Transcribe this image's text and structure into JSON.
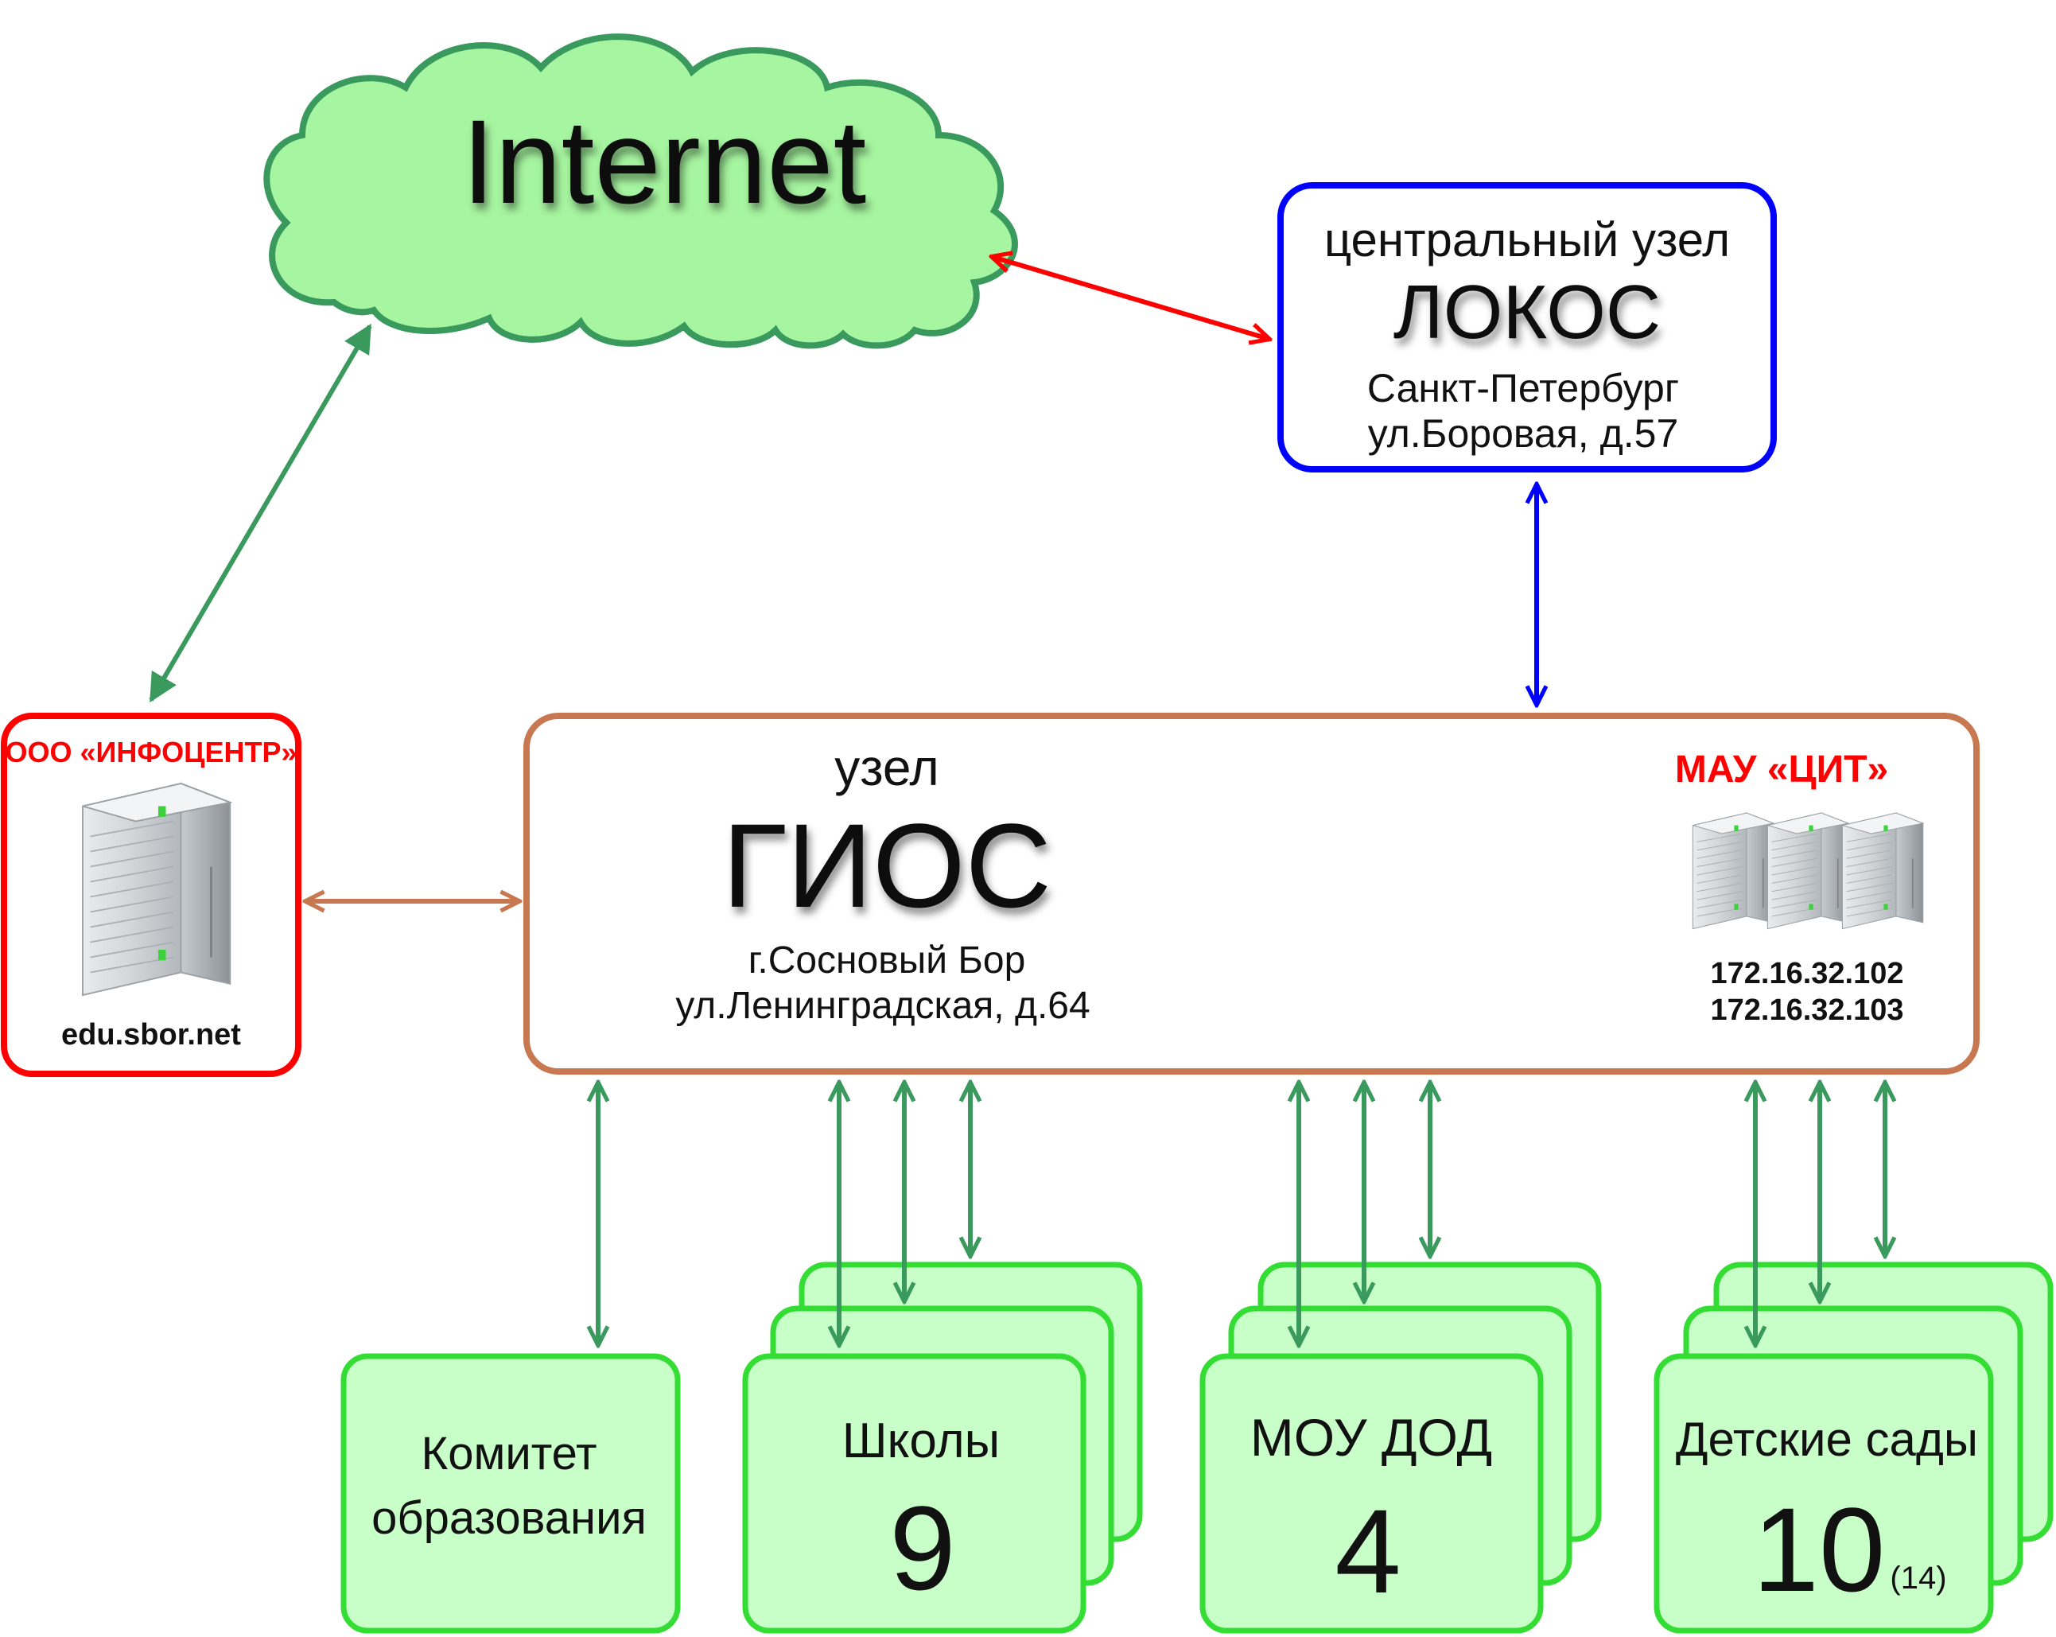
{
  "internet": {
    "label": "Internet"
  },
  "lokos": {
    "line1": "центральный узел",
    "name": "ЛОКОС",
    "city": "Санкт-Петербург",
    "address": "ул.Боровая, д.57"
  },
  "infocentr": {
    "title": "ООО «ИНФОЦЕНТР»",
    "host": "edu.sbor.net"
  },
  "gios": {
    "line1": "узел",
    "name": "ГИОС",
    "city": "г.Сосновый Бор",
    "address": "ул.Ленинградская, д.64",
    "mau_title": "МАУ «ЦИТ»",
    "ip1": "172.16.32.102",
    "ip2": "172.16.32.103"
  },
  "nodes": {
    "komitet": {
      "line1": "Комитет",
      "line2": "образования"
    },
    "schools": {
      "label": "Школы",
      "count": "9"
    },
    "moudod": {
      "label": "МОУ ДОД",
      "count": "4"
    },
    "kindergartens": {
      "label": "Детские сады",
      "count": "10",
      "extra": "(14)"
    }
  },
  "colors": {
    "green_arrow": "#3a9a5e",
    "red": "#ff0000",
    "blue": "#0000ff",
    "brown": "#c87850",
    "cloud_fill": "#a6f5a0",
    "cloud_stroke": "#3a9a5e",
    "node_fill": "#c8ffc8",
    "node_stroke": "#33dd33"
  }
}
